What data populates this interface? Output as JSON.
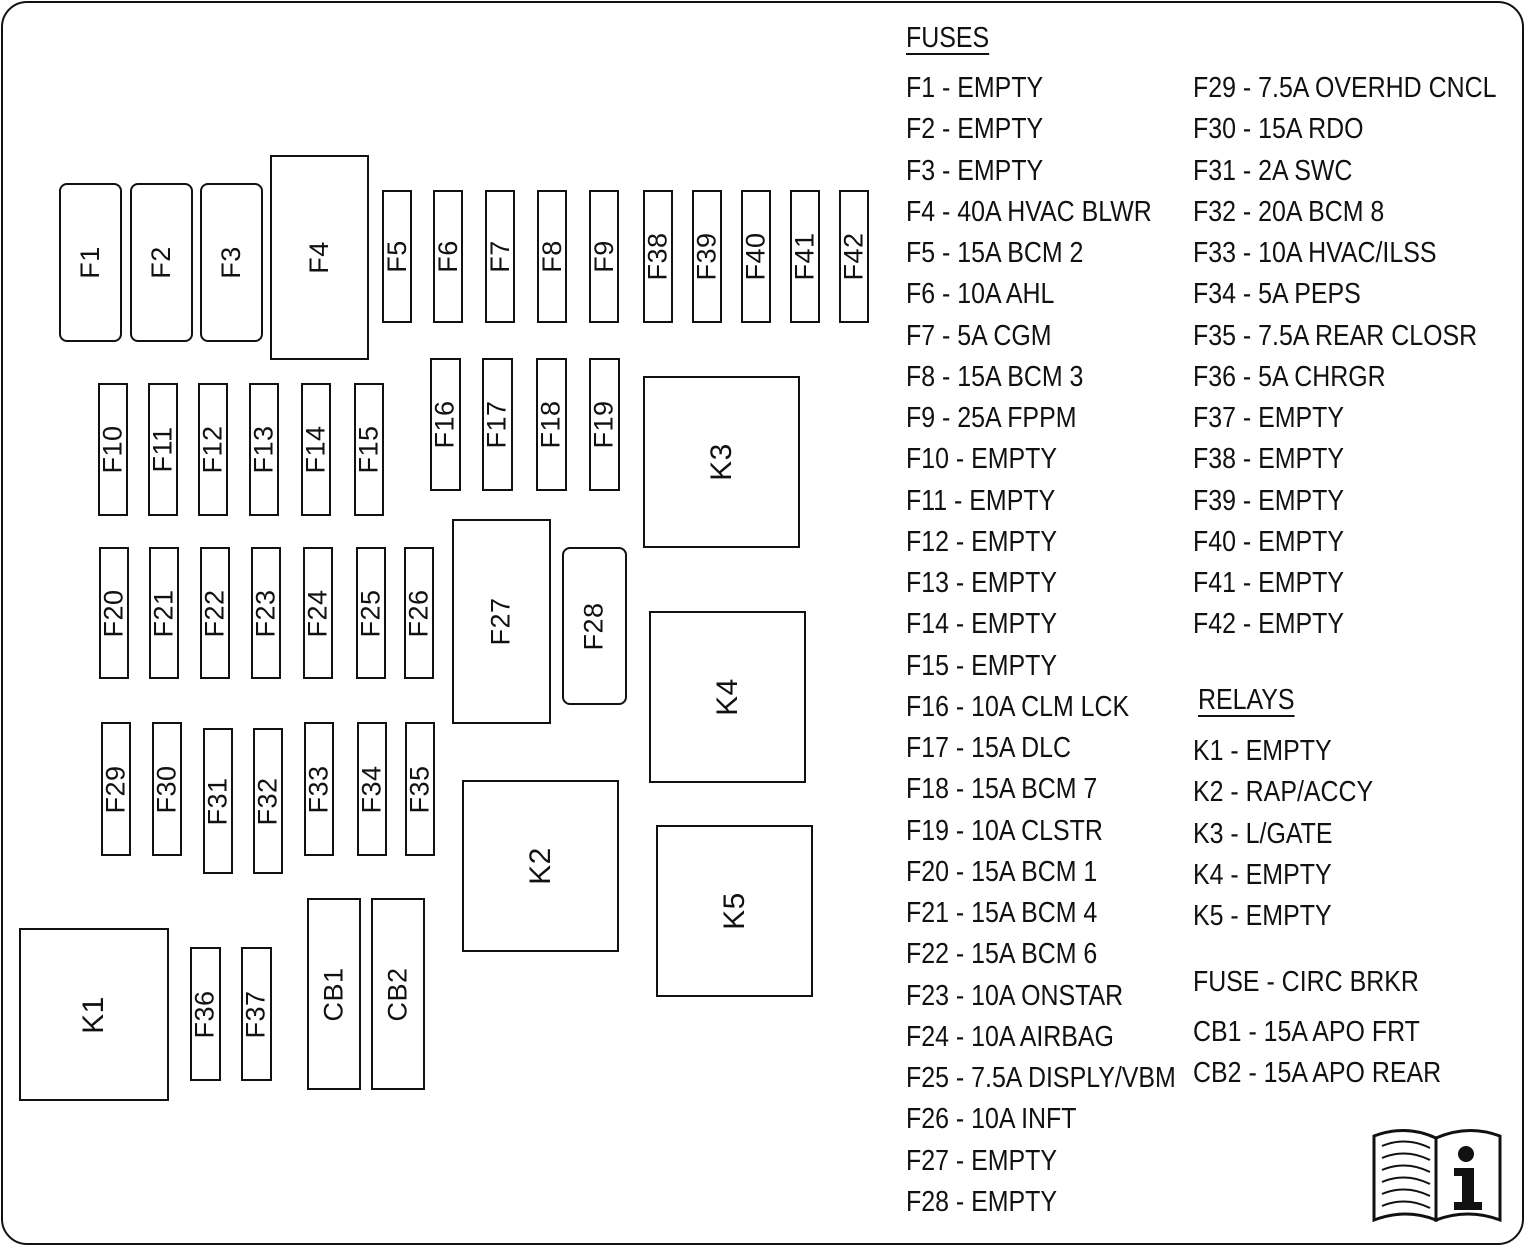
{
  "legend": {
    "fuses_heading": "FUSES",
    "relays_heading": "RELAYS",
    "fuses_col1": [
      "F1 - EMPTY",
      "F2 - EMPTY",
      "F3 - EMPTY",
      "F4 - 40A HVAC BLWR",
      "F5 - 15A BCM 2",
      "F6 - 10A AHL",
      "F7 - 5A CGM",
      "F8 - 15A BCM 3",
      "F9 - 25A FPPM",
      "F10 - EMPTY",
      "F11 - EMPTY",
      "F12 - EMPTY",
      "F13 - EMPTY",
      "F14 - EMPTY",
      "F15 - EMPTY",
      "F16 - 10A CLM LCK",
      "F17 - 15A DLC",
      "F18 - 15A BCM 7",
      "F19 - 10A CLSTR",
      "F20 - 15A BCM 1",
      "F21 - 15A BCM 4",
      "F22 - 15A BCM 6",
      "F23 - 10A ONSTAR",
      "F24 - 10A AIRBAG",
      "F25 - 7.5A DISPLY/VBM",
      "F26 - 10A INFT",
      "F27 - EMPTY",
      "F28 - EMPTY"
    ],
    "fuses_col2": [
      "F29 - 7.5A OVERHD CNCL",
      "F30 - 15A RDO",
      "F31 - 2A SWC",
      "F32 - 20A BCM 8",
      "F33 - 10A HVAC/ILSS",
      "F34 - 5A PEPS",
      "F35 - 7.5A REAR CLOSR",
      "F36 - 5A CHRGR",
      "F37 - EMPTY",
      "F38 - EMPTY",
      "F39 - EMPTY",
      "F40 - EMPTY",
      "F41 - EMPTY",
      "F42 - EMPTY"
    ],
    "relays": [
      "K1 - EMPTY",
      "K2 - RAP/ACCY",
      "K3 - L/GATE",
      "K4 - EMPTY",
      "K5 - EMPTY"
    ],
    "breaker_heading": "FUSE - CIRC BRKR",
    "breakers": [
      "CB1 - 15A APO FRT",
      "CB2 - 15A APO REAR"
    ]
  },
  "components": [
    {
      "id": "F1",
      "label": "F1",
      "kind": "fuse",
      "rounded": true
    },
    {
      "id": "F2",
      "label": "F2",
      "kind": "fuse",
      "rounded": true
    },
    {
      "id": "F3",
      "label": "F3",
      "kind": "fuse",
      "rounded": true
    },
    {
      "id": "F4",
      "label": "F4",
      "kind": "fuse"
    },
    {
      "id": "F5",
      "label": "F5",
      "kind": "fuse"
    },
    {
      "id": "F6",
      "label": "F6",
      "kind": "fuse"
    },
    {
      "id": "F7",
      "label": "F7",
      "kind": "fuse"
    },
    {
      "id": "F8",
      "label": "F8",
      "kind": "fuse"
    },
    {
      "id": "F9",
      "label": "F9",
      "kind": "fuse"
    },
    {
      "id": "F38",
      "label": "F38",
      "kind": "fuse"
    },
    {
      "id": "F39",
      "label": "F39",
      "kind": "fuse"
    },
    {
      "id": "F40",
      "label": "F40",
      "kind": "fuse"
    },
    {
      "id": "F41",
      "label": "F41",
      "kind": "fuse"
    },
    {
      "id": "F42",
      "label": "F42",
      "kind": "fuse"
    },
    {
      "id": "F10",
      "label": "F10",
      "kind": "fuse"
    },
    {
      "id": "F11",
      "label": "F11",
      "kind": "fuse"
    },
    {
      "id": "F12",
      "label": "F12",
      "kind": "fuse"
    },
    {
      "id": "F13",
      "label": "F13",
      "kind": "fuse"
    },
    {
      "id": "F14",
      "label": "F14",
      "kind": "fuse"
    },
    {
      "id": "F15",
      "label": "F15",
      "kind": "fuse"
    },
    {
      "id": "F16",
      "label": "F16",
      "kind": "fuse"
    },
    {
      "id": "F17",
      "label": "F17",
      "kind": "fuse"
    },
    {
      "id": "F18",
      "label": "F18",
      "kind": "fuse"
    },
    {
      "id": "F19",
      "label": "F19",
      "kind": "fuse"
    },
    {
      "id": "K3",
      "label": "K3",
      "kind": "relay"
    },
    {
      "id": "F20",
      "label": "F20",
      "kind": "fuse"
    },
    {
      "id": "F21",
      "label": "F21",
      "kind": "fuse"
    },
    {
      "id": "F22",
      "label": "F22",
      "kind": "fuse"
    },
    {
      "id": "F23",
      "label": "F23",
      "kind": "fuse"
    },
    {
      "id": "F24",
      "label": "F24",
      "kind": "fuse"
    },
    {
      "id": "F25",
      "label": "F25",
      "kind": "fuse"
    },
    {
      "id": "F26",
      "label": "F26",
      "kind": "fuse"
    },
    {
      "id": "F27",
      "label": "F27",
      "kind": "fuse"
    },
    {
      "id": "F28",
      "label": "F28",
      "kind": "fuse",
      "rounded": true
    },
    {
      "id": "K4",
      "label": "K4",
      "kind": "relay"
    },
    {
      "id": "F29",
      "label": "F29",
      "kind": "fuse"
    },
    {
      "id": "F30",
      "label": "F30",
      "kind": "fuse"
    },
    {
      "id": "F31",
      "label": "F31",
      "kind": "fuse"
    },
    {
      "id": "F32",
      "label": "F32",
      "kind": "fuse"
    },
    {
      "id": "F33",
      "label": "F33",
      "kind": "fuse"
    },
    {
      "id": "F34",
      "label": "F34",
      "kind": "fuse"
    },
    {
      "id": "F35",
      "label": "F35",
      "kind": "fuse"
    },
    {
      "id": "K2",
      "label": "K2",
      "kind": "relay"
    },
    {
      "id": "K5",
      "label": "K5",
      "kind": "relay"
    },
    {
      "id": "K1",
      "label": "K1",
      "kind": "relay"
    },
    {
      "id": "F36",
      "label": "F36",
      "kind": "fuse"
    },
    {
      "id": "F37",
      "label": "F37",
      "kind": "fuse"
    },
    {
      "id": "CB1",
      "label": "CB1",
      "kind": "breaker"
    },
    {
      "id": "CB2",
      "label": "CB2",
      "kind": "breaker"
    }
  ],
  "icons": {
    "manual": "manual-info-icon"
  }
}
